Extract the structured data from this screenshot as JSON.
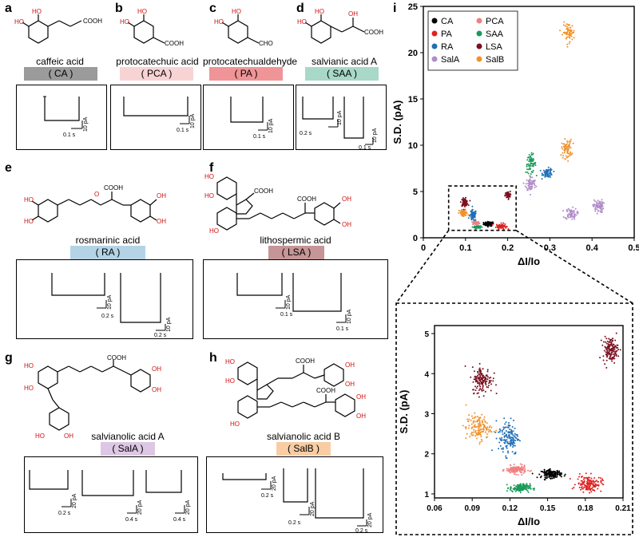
{
  "panels": {
    "a": {
      "letter": "a",
      "name": "caffeic acid",
      "abbr": "( CA )",
      "color": "#9b9b9b",
      "group_label": "COOH",
      "scale_time": "0.1 s",
      "scale_current": "10 pA"
    },
    "b": {
      "letter": "b",
      "name": "protocatechuic acid",
      "abbr": "( PCA )",
      "color": "#f8d3d4",
      "group_label": "COOH",
      "scale_time": "0.1 s",
      "scale_current": "10 pA"
    },
    "c": {
      "letter": "c",
      "name": "protocatechualdehyde",
      "abbr": "( PA )",
      "color": "#ef9597",
      "group_label": "CHO",
      "scale_time": "0.1 s",
      "scale_current": "10 pA"
    },
    "d": {
      "letter": "d",
      "name": "salvianic acid A",
      "abbr": "( SAA )",
      "color": "#a8d8c8",
      "group_label": "COOH",
      "oh_label": "OH",
      "scale_time_1": "0.2 s",
      "scale_time_2": "0.1 s",
      "scale_current_1": "10 pA",
      "scale_current_2": "10 pA"
    },
    "e": {
      "letter": "e",
      "name": "rosmarinic acid",
      "abbr": "( RA )",
      "color": "#b4d4e6",
      "group_label": "COOH",
      "scale_time_1": "0.2 s",
      "scale_time_2": "0.2 s",
      "scale_current_1": "10 pA",
      "scale_current_2": "10 pA"
    },
    "f": {
      "letter": "f",
      "name": "lithospermic acid",
      "abbr": "( LSA )",
      "color": "#c69596",
      "group_label": "COOH",
      "group_label_2": "COOH",
      "scale_time_1": "0.1 s",
      "scale_time_2": "0.1 s",
      "scale_current_1": "10 pA",
      "scale_current_2": "10 pA"
    },
    "g": {
      "letter": "g",
      "name": "salvianolic acid A",
      "abbr": "( SalA )",
      "color": "#dcc8e4",
      "group_label": "COOH",
      "scale_time_1": "0.2 s",
      "scale_time_2": "0.4 s",
      "scale_time_3": "0.4 s",
      "scale_current_1": "20 pA",
      "scale_current_2": "20 pA",
      "scale_current_3": "20 pA"
    },
    "h": {
      "letter": "h",
      "name": "salvianolic acid B",
      "abbr": "( SalB )",
      "color": "#f8cda4",
      "group_label": "COOH",
      "group_label_2": "COOH",
      "scale_time_1": "0.2 s",
      "scale_time_2": "0.2 s",
      "scale_time_3": "0.2 s",
      "scale_current_1": "20 pA",
      "scale_current_2": "20 pA",
      "scale_current_3": "20 pA"
    },
    "i": {
      "letter": "i"
    }
  },
  "oh": "OH",
  "ho": "HO",
  "o": "O",
  "chart_data": [
    {
      "type": "scatter",
      "title": "",
      "xlabel": "ΔI/Io",
      "ylabel": "S.D. (pA)",
      "xlim": [
        0,
        0.5
      ],
      "ylim": [
        0,
        25
      ],
      "xticks": [
        "0",
        "0.1",
        "0.2",
        "0.3",
        "0.4",
        "0.5"
      ],
      "yticks": [
        "0",
        "5",
        "10",
        "15",
        "20",
        "25"
      ],
      "legend_position": "top-left",
      "series": [
        {
          "name": "CA",
          "color": "#000000",
          "clusters": [
            {
              "x": 0.155,
              "y": 1.5,
              "sx": 0.006,
              "sy": 0.12
            }
          ]
        },
        {
          "name": "PCA",
          "color": "#f08080",
          "clusters": [
            {
              "x": 0.125,
              "y": 1.6,
              "sx": 0.004,
              "sy": 0.1
            }
          ]
        },
        {
          "name": "PA",
          "color": "#e02020",
          "clusters": [
            {
              "x": 0.185,
              "y": 1.25,
              "sx": 0.006,
              "sy": 0.15
            }
          ]
        },
        {
          "name": "SAA",
          "color": "#1a9a5a",
          "clusters": [
            {
              "x": 0.128,
              "y": 1.15,
              "sx": 0.004,
              "sy": 0.07
            },
            {
              "x": 0.255,
              "y": 8.0,
              "sx": 0.006,
              "sy": 0.5
            }
          ]
        },
        {
          "name": "RA",
          "color": "#1f6fb8",
          "clusters": [
            {
              "x": 0.118,
              "y": 2.4,
              "sx": 0.004,
              "sy": 0.3
            },
            {
              "x": 0.295,
              "y": 7.0,
              "sx": 0.006,
              "sy": 0.25
            }
          ]
        },
        {
          "name": "LSA",
          "color": "#7a1020",
          "clusters": [
            {
              "x": 0.098,
              "y": 3.85,
              "sx": 0.004,
              "sy": 0.2
            },
            {
              "x": 0.2,
              "y": 4.6,
              "sx": 0.003,
              "sy": 0.2
            }
          ]
        },
        {
          "name": "SalA",
          "color": "#b08cc8",
          "clusters": [
            {
              "x": 0.255,
              "y": 5.8,
              "sx": 0.006,
              "sy": 0.4
            },
            {
              "x": 0.35,
              "y": 2.6,
              "sx": 0.007,
              "sy": 0.3
            },
            {
              "x": 0.415,
              "y": 3.4,
              "sx": 0.006,
              "sy": 0.35
            }
          ]
        },
        {
          "name": "SalB",
          "color": "#f0922a",
          "clusters": [
            {
              "x": 0.095,
              "y": 2.65,
              "sx": 0.005,
              "sy": 0.2
            },
            {
              "x": 0.34,
              "y": 9.6,
              "sx": 0.006,
              "sy": 0.5
            },
            {
              "x": 0.345,
              "y": 22.2,
              "sx": 0.007,
              "sy": 0.5
            }
          ]
        }
      ]
    },
    {
      "type": "scatter",
      "title": "",
      "xlabel": "ΔI/Io",
      "ylabel": "S.D. (pA)",
      "xlim": [
        0.06,
        0.21
      ],
      "ylim": [
        0.9,
        5.2
      ],
      "xticks": [
        "0.06",
        "0.09",
        "0.12",
        "0.15",
        "0.18",
        "0.21"
      ],
      "yticks": [
        "1",
        "2",
        "3",
        "4",
        "5"
      ],
      "series": [
        {
          "name": "CA",
          "color": "#000000",
          "clusters": [
            {
              "x": 0.153,
              "y": 1.5,
              "sx": 0.004,
              "sy": 0.05
            }
          ]
        },
        {
          "name": "PCA",
          "color": "#f08080",
          "clusters": [
            {
              "x": 0.125,
              "y": 1.6,
              "sx": 0.004,
              "sy": 0.05
            }
          ]
        },
        {
          "name": "PA",
          "color": "#e02020",
          "clusters": [
            {
              "x": 0.183,
              "y": 1.25,
              "sx": 0.005,
              "sy": 0.1
            }
          ]
        },
        {
          "name": "SAA",
          "color": "#1a9a5a",
          "clusters": [
            {
              "x": 0.128,
              "y": 1.15,
              "sx": 0.004,
              "sy": 0.05
            }
          ]
        },
        {
          "name": "RA",
          "color": "#1f6fb8",
          "clusters": [
            {
              "x": 0.119,
              "y": 2.42,
              "sx": 0.004,
              "sy": 0.22
            }
          ]
        },
        {
          "name": "LSA",
          "color": "#7a1020",
          "clusters": [
            {
              "x": 0.098,
              "y": 3.85,
              "sx": 0.004,
              "sy": 0.16
            },
            {
              "x": 0.2,
              "y": 4.6,
              "sx": 0.003,
              "sy": 0.15
            }
          ]
        },
        {
          "name": "SalB",
          "color": "#f0922a",
          "clusters": [
            {
              "x": 0.095,
              "y": 2.65,
              "sx": 0.005,
              "sy": 0.16
            }
          ]
        }
      ]
    }
  ]
}
